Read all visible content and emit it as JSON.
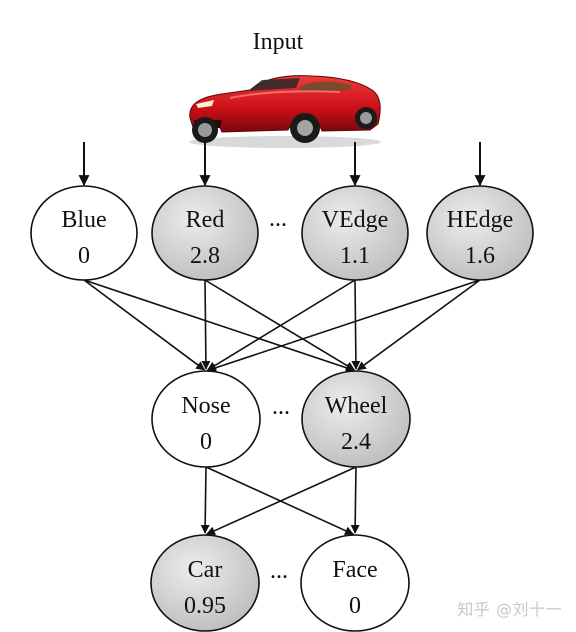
{
  "title": "Input",
  "watermark": "知乎 @刘十一",
  "colors": {
    "active_fill": "#d3d3d3",
    "inactive_fill": "#ffffff",
    "stroke": "#111111",
    "car_body": "#d8141c"
  },
  "input_image": {
    "icon": "red-convertible-car-icon"
  },
  "layers": {
    "input": {
      "nodes": [
        {
          "id": "blue",
          "label": "Blue",
          "value": "0",
          "active": false
        },
        {
          "id": "red",
          "label": "Red",
          "value": "2.8",
          "active": true
        },
        {
          "id": "vedge",
          "label": "VEdge",
          "value": "1.1",
          "active": true
        },
        {
          "id": "hedge",
          "label": "HEdge",
          "value": "1.6",
          "active": true
        }
      ],
      "ellipsis": "..."
    },
    "hidden": {
      "nodes": [
        {
          "id": "nose",
          "label": "Nose",
          "value": "0",
          "active": false
        },
        {
          "id": "wheel",
          "label": "Wheel",
          "value": "2.4",
          "active": true
        }
      ],
      "ellipsis": "..."
    },
    "output": {
      "nodes": [
        {
          "id": "car",
          "label": "Car",
          "value": "0.95",
          "active": true
        },
        {
          "id": "face",
          "label": "Face",
          "value": "0",
          "active": false
        }
      ],
      "ellipsis": "..."
    }
  },
  "edges": [
    [
      "blue",
      "nose"
    ],
    [
      "blue",
      "wheel"
    ],
    [
      "red",
      "nose"
    ],
    [
      "red",
      "wheel"
    ],
    [
      "vedge",
      "nose"
    ],
    [
      "vedge",
      "wheel"
    ],
    [
      "hedge",
      "nose"
    ],
    [
      "hedge",
      "wheel"
    ],
    [
      "nose",
      "car"
    ],
    [
      "nose",
      "face"
    ],
    [
      "wheel",
      "car"
    ],
    [
      "wheel",
      "face"
    ]
  ]
}
